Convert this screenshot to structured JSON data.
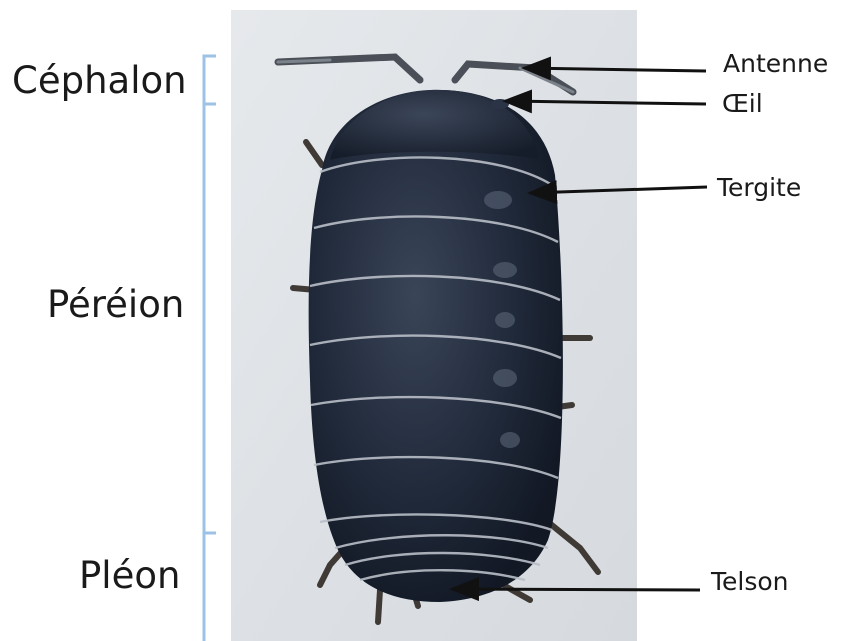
{
  "segments": {
    "cephalon": "Céphalon",
    "pereion": "Péréion",
    "pleon": "Pléon"
  },
  "parts": {
    "antenna": "Antenne",
    "eye": "Œil",
    "tergite": "Tergite",
    "telson": "Telson"
  },
  "colors": {
    "bracket": "#9cc3e6",
    "body": "#1f2a3c",
    "background_photo": "#dfe3e6",
    "arrow": "#111111"
  }
}
